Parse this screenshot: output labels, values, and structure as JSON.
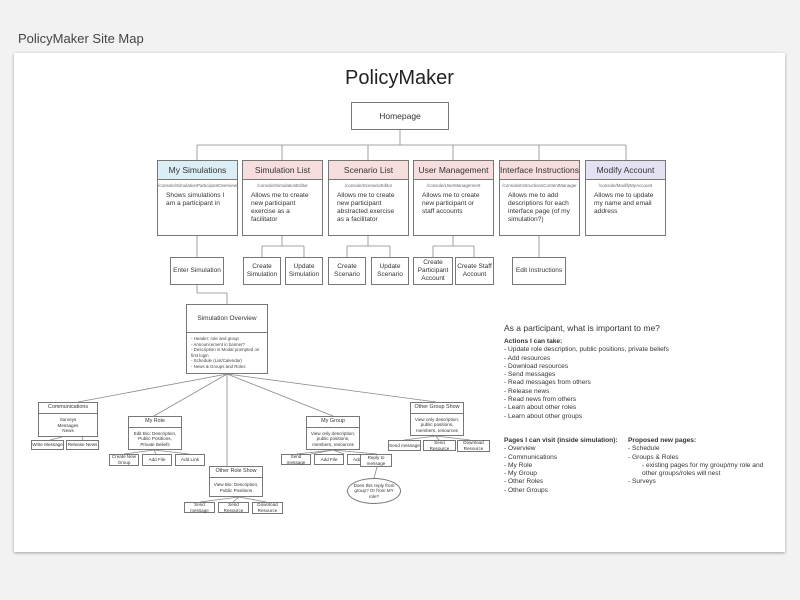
{
  "page_label": "PolicyMaker Site Map",
  "diagram_title": "PolicyMaker",
  "homepage": "Homepage",
  "sections": [
    {
      "title": "My Simulations",
      "url": "/console/SimulationParticipantOverview",
      "desc": "Shows simulations I am a participant in",
      "color": "#dbeef6"
    },
    {
      "title": "Simulation List",
      "url": "/console/SimulationEditor",
      "desc": "Allows me to create new participant exercise as a facilitator",
      "color": "#f7dede"
    },
    {
      "title": "Scenario List",
      "url": "/console/ScenarioEditor",
      "desc": "Allows me to create new participant abstracted exercise as a facilitator",
      "color": "#f7dede"
    },
    {
      "title": "User Management",
      "url": "/console/UserManagement",
      "desc": "Allows me to create new participant  or staff accounts",
      "color": "#f7dede"
    },
    {
      "title": "Interface Instructions",
      "url": "/console/InstructionsContentManager",
      "desc": "Allows me to add descriptions for each interface page (of my simulation?)",
      "color": "#f7dede"
    },
    {
      "title": "Modify Account",
      "url": "/console/ModifyMyAccount",
      "desc": "Allows me to update my name and email address",
      "color": "#e4e1f3"
    }
  ],
  "actions": {
    "enter_sim": "Enter Simulation",
    "create_sim": "Create Simulation",
    "update_sim": "Update Simulation",
    "create_scen": "Create Scenario",
    "update_scen": "Update Scenario",
    "create_part": "Create Participant Account",
    "create_staff": "Create Staff Account",
    "edit_instr": "Edit Instructions"
  },
  "overview": {
    "title": "Simulation Overview",
    "items": [
      "- Header: role and group",
      "- Announcement in banner?",
      "- Description in Modal prompted on first login",
      "- Schedule (List/Calendar)",
      "- News & Groups and Roles"
    ]
  },
  "sub": {
    "communications": "Communications",
    "comm_desc": "Surveys Messages News",
    "write_message": "Write Message",
    "release_news": "Release News",
    "my_role": "My Role",
    "my_role_desc": "Edit Bio: Description, Public Positions, Private Beliefs",
    "create_new_group": "Create New Group",
    "add_file": "Add File",
    "add_link": "Add Link",
    "other_role_show": "Other Role Show",
    "other_role_desc": "View Bio: Description, Public Positions",
    "send_message": "Send message",
    "send_resource": "Send Resource",
    "download_resource": "Download Resource",
    "my_group": "My Group",
    "my_group_desc": "View only description, public positions, members, resources",
    "reply_to_message": "Reply to message",
    "reply_question": "Does this reply from group? Or from MY role?",
    "other_group_show": "Other Group Show",
    "other_group_desc": "View only description, public positions, members, resources"
  },
  "participant": {
    "question": "As a participant, what is important to me?",
    "actions_title": "Actions I can take:",
    "actions": [
      "- Update role description, public positions, private beliefs",
      "- Add resources",
      "- Download resources",
      "- Send messages",
      "- Read messages from others",
      "- Release news",
      "- Read news from others",
      "- Learn about other roles",
      "- Learn about other groups"
    ],
    "pages_title": "Pages I can visit (inside simulation):",
    "pages": [
      "- Overview",
      "- Communications",
      "- My Role",
      "- My Group",
      "- Other Roles",
      "- Other Groups"
    ],
    "proposed_title": "Proposed new pages:",
    "proposed": [
      "- Schedule",
      "- Groups & Roles",
      "- existing pages for my group/my role and other groups/roles will nest",
      "- Surveys"
    ]
  }
}
